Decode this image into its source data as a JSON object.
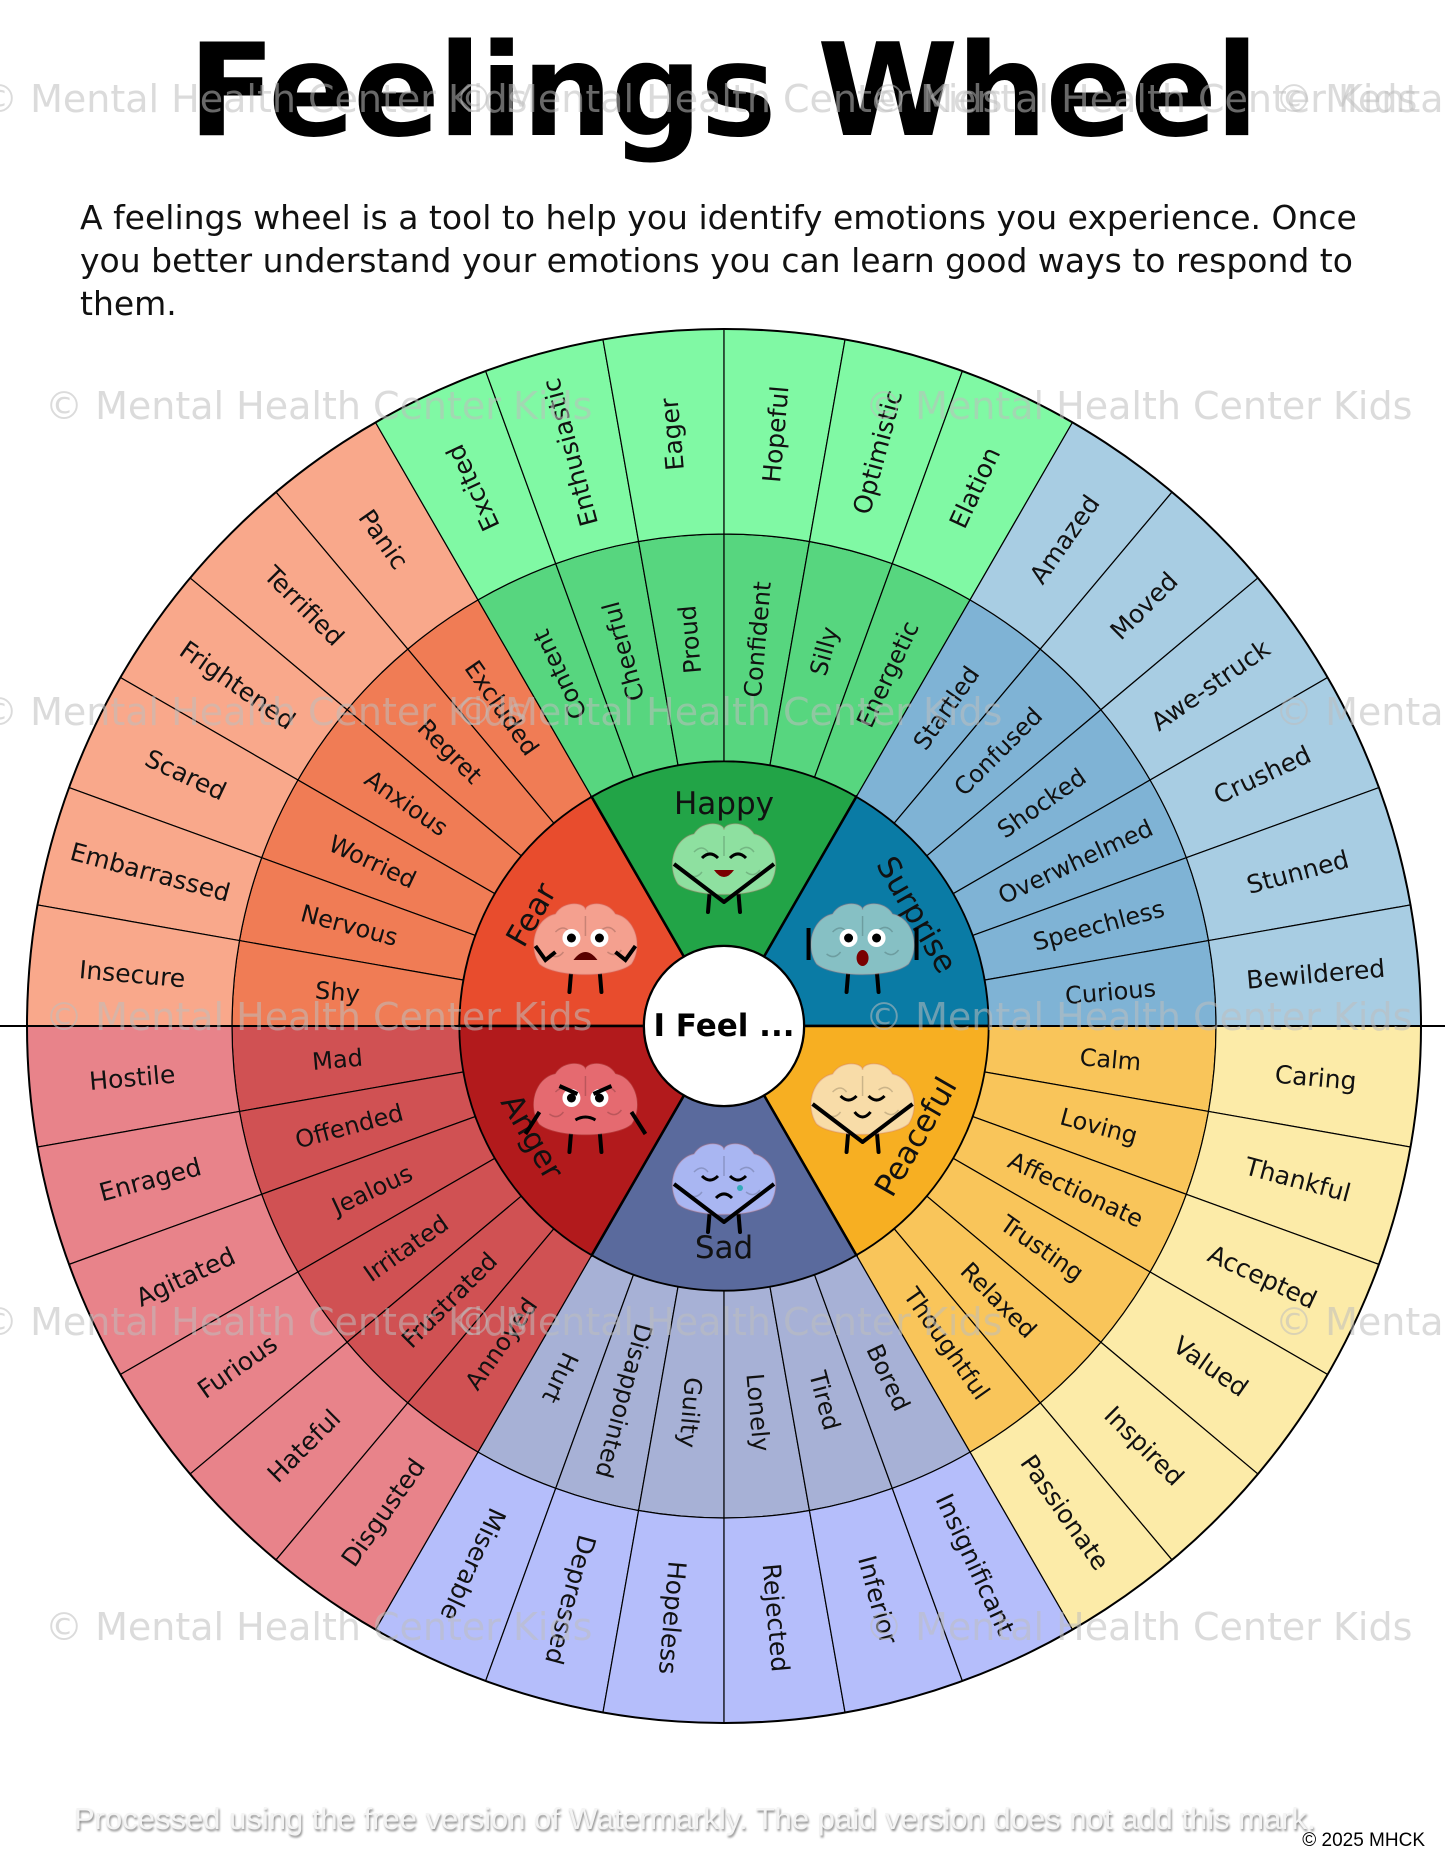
{
  "title": "Feelings Wheel",
  "description": "A feelings wheel is a tool to help you identify emotions you experience. Once you better understand your emotions you can learn good ways to respond to them.",
  "center_label": "I Feel ...",
  "watermark": "© Mental Health Center Kids",
  "footer_watermark": "Processed using the free version of Watermarkly. The paid version does not add this mark.",
  "copyright": "© 2025 MHCK",
  "emotions": [
    {
      "name": "Fear",
      "colors": {
        "core": "#E84C2D",
        "middle": "#F07C55",
        "outer": "#F9A88B"
      },
      "brain_color": "#F4A08F",
      "face": "scared",
      "middle": [
        "Excluded",
        "Regret",
        "Anxious",
        "Worried",
        "Nervous",
        "Shy"
      ],
      "outer": [
        "Panic",
        "Terrified",
        "Frightened",
        "Scared",
        "Embarrassed",
        "Insecure"
      ]
    },
    {
      "name": "Happy",
      "colors": {
        "core": "#22A447",
        "middle": "#57D67F",
        "outer": "#80F9A4"
      },
      "brain_color": "#8EE0A0",
      "face": "happy",
      "middle": [
        "Content",
        "Cheerful",
        "Proud",
        "Confident",
        "Silly",
        "Energetic"
      ],
      "outer": [
        "Excited",
        "Enthusiastic",
        "Eager",
        "Hopeful",
        "Optimistic",
        "Elation"
      ]
    },
    {
      "name": "Surprise",
      "colors": {
        "core": "#0A7BA5",
        "middle": "#7FB3D5",
        "outer": "#A8CDE3"
      },
      "brain_color": "#86C0C4",
      "face": "surprised",
      "middle": [
        "Startled",
        "Confused",
        "Shocked",
        "Overwhelmed",
        "Speechless",
        "Curious"
      ],
      "outer": [
        "Amazed",
        "Moved",
        "Awe-struck",
        "Crushed",
        "Stunned",
        "Bewildered"
      ]
    },
    {
      "name": "Peaceful",
      "colors": {
        "core": "#F7AF22",
        "middle": "#F9C55A",
        "outer": "#FCEBA8"
      },
      "brain_color": "#F8DCA8",
      "face": "calm",
      "middle": [
        "Calm",
        "Loving",
        "Affectionate",
        "Trusting",
        "Relaxed",
        "Thoughtful"
      ],
      "outer": [
        "Caring",
        "Thankful",
        "Accepted",
        "Valued",
        "Inspired",
        "Passionate"
      ]
    },
    {
      "name": "Sad",
      "colors": {
        "core": "#5A6A9D",
        "middle": "#A7B1D6",
        "outer": "#B5BEFB"
      },
      "brain_color": "#A9B6F2",
      "face": "sad",
      "middle": [
        "Hurt",
        "Disappointed",
        "Guilty",
        "Lonely",
        "Tired",
        "Bored"
      ],
      "outer": [
        "Miserable",
        "Depressed",
        "Hopeless",
        "Rejected",
        "Inferior",
        "Insignificant"
      ]
    },
    {
      "name": "Anger",
      "colors": {
        "core": "#B21A1C",
        "middle": "#D05153",
        "outer": "#E8838A"
      },
      "brain_color": "#E56A70",
      "face": "angry",
      "middle": [
        "Mad",
        "Offended",
        "Jealous",
        "Irritated",
        "Frustrated",
        "Annoyed"
      ],
      "outer": [
        "Hostile",
        "Enraged",
        "Agitated",
        "Furious",
        "Hateful",
        "Disgusted"
      ]
    }
  ]
}
